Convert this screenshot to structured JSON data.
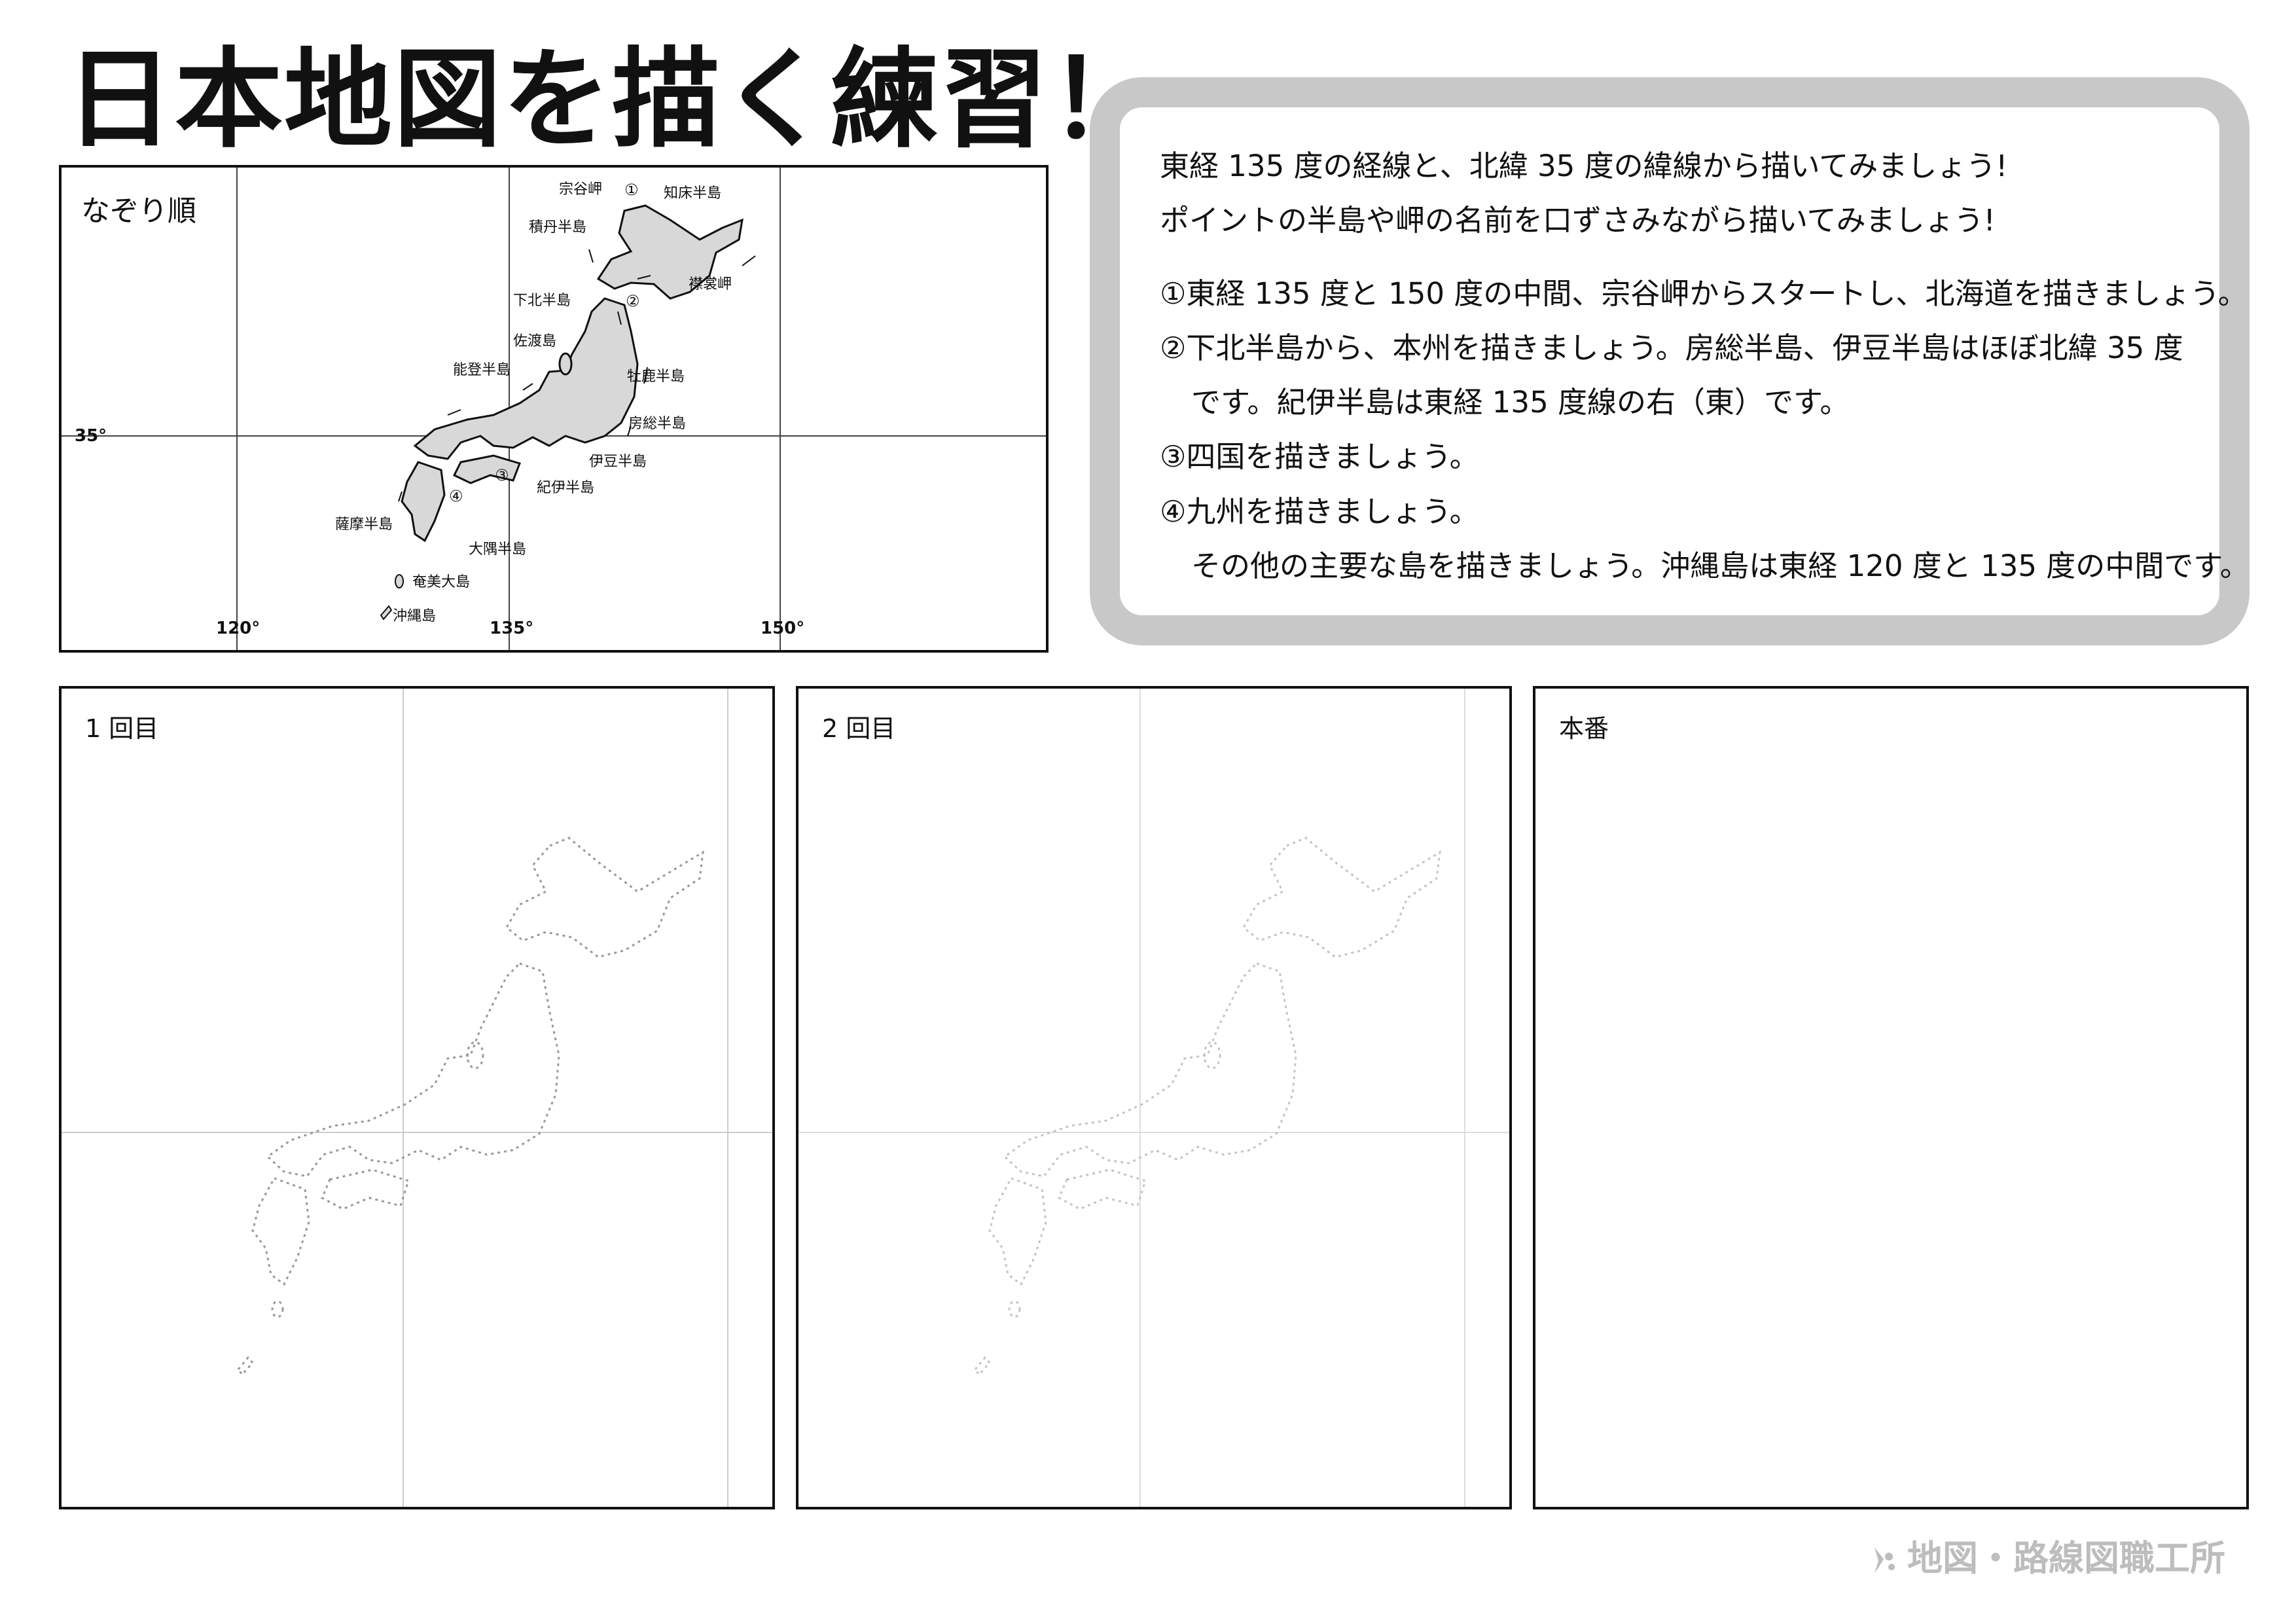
{
  "title": "日本地図を描く練習！",
  "reference": {
    "label": "なぞり順",
    "longitudes": [
      "120°",
      "135°",
      "150°"
    ],
    "latitude": "35°",
    "places": {
      "soya": "宗谷岬",
      "shiretoko": "知床半島",
      "shakotan": "積丹半島",
      "erimo": "襟裳岬",
      "shimokita": "下北半島",
      "sado": "佐渡島",
      "noto": "能登半島",
      "oshika": "牡鹿半島",
      "boso": "房総半島",
      "izu": "伊豆半島",
      "kii": "紀伊半島",
      "satsuma": "薩摩半島",
      "osumi": "大隅半島",
      "amami": "奄美大島",
      "okinawa": "沖縄島"
    },
    "steps": [
      "①",
      "②",
      "③",
      "④"
    ]
  },
  "instructions": {
    "intro": [
      "東経 135 度の経線と、北緯 35 度の緯線から描いてみましょう!",
      "ポイントの半島や岬の名前を口ずさみながら描いてみましょう!"
    ],
    "steps": [
      "①東経 135 度と 150 度の中間、宗谷岬からスタートし、北海道を描きましょう。",
      "②下北半島から、本州を描きましょう。房総半島、伊豆半島はほぼ北緯 35 度",
      "です。紀伊半島は東経 135 度線の右（東）です。",
      "③四国を描きましょう。",
      "④九州を描きましょう。",
      "その他の主要な島を描きましょう。沖縄島は東経 120 度と 135 度の中間です。"
    ]
  },
  "practice": [
    {
      "label": "1 回目"
    },
    {
      "label": "2 回目"
    },
    {
      "label": "本番"
    }
  ],
  "watermark": "地図・路線図職工所"
}
